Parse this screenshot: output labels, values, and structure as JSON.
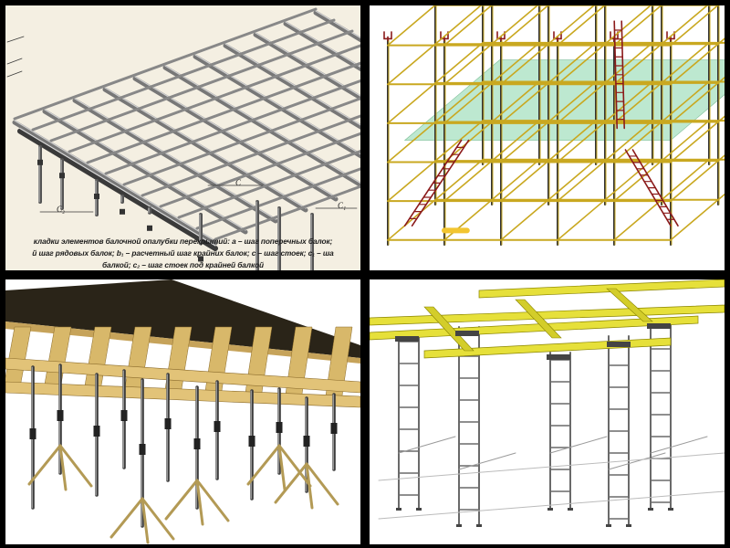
{
  "panel1": {
    "caption_line1": "кладки элементов балочной опалубки перекрытий: а – шаг поперечных балок;",
    "caption_line2": "й шаг рядовых балок; b₁ – расчетный шаг крайних балок; с – шаг стоек; с₁ – ша",
    "caption_line3": "балкой; с₂ – шаг стоек под крайней балкой",
    "dim_c2": "C₂",
    "dim_c": "C",
    "dim_c1": "C₁"
  },
  "colors": {
    "frame": "#000000",
    "sketch_bg": "#f4efe2",
    "scaffold_yellow": "#c9a820",
    "ladder_red": "#8b1a1a",
    "deck_green": "#bde8d0",
    "timber": "#d8b86a",
    "steel": "#5a5a5a",
    "beam_yellow": "#e6e03a"
  }
}
